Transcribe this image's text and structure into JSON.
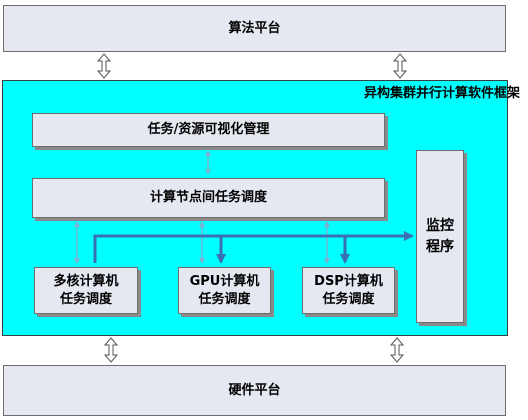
{
  "algorithm_platform": "算法平台",
  "framework": {
    "title": "异构集群并行计算软件框架",
    "resource_viz": "任务/资源可视化管理",
    "inter_node": "计算节点间任务调度",
    "monitor": "监控程序",
    "multicore": [
      "多核计算机",
      "任务调度"
    ],
    "gpu": [
      "GPU计算机",
      "任务调度"
    ],
    "dsp": [
      "DSP计算机",
      "任务调度"
    ]
  },
  "hardware_platform": "硬件平台",
  "colors": {
    "framework_bg": "#00ffff",
    "box_bg": "#e6e8f1",
    "bus_arrow": "#3a6fb5",
    "thin_link": "#7fb0cf"
  }
}
